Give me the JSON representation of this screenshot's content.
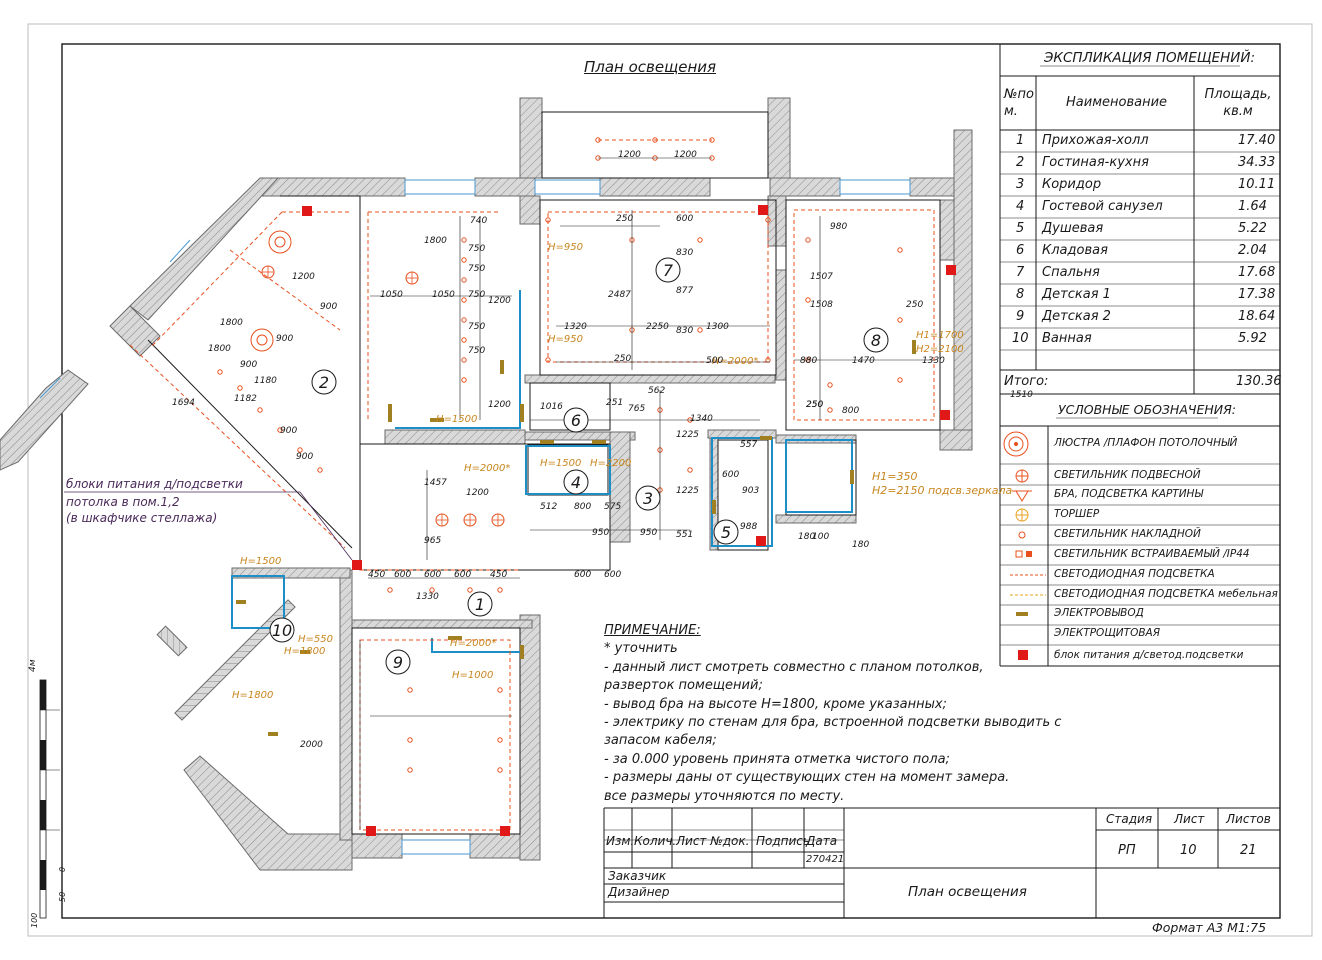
{
  "sheet": {
    "title": "План освещения",
    "format_label": "Формат А3 М1:75",
    "ruler_label": "4м",
    "ruler_ticks": [
      "100",
      "50",
      "0"
    ]
  },
  "explication": {
    "title": "ЭКСПЛИКАЦИЯ ПОМЕЩЕНИЙ:",
    "col_num": "№по м.",
    "col_name": "Наименование",
    "col_area": "Площадь, кв.м",
    "rows": [
      {
        "num": "1",
        "name": "Прихожая-холл",
        "area": "17.40"
      },
      {
        "num": "2",
        "name": "Гостиная-кухня",
        "area": "34.33"
      },
      {
        "num": "3",
        "name": "Коридор",
        "area": "10.11"
      },
      {
        "num": "4",
        "name": "Гостевой санузел",
        "area": "1.64"
      },
      {
        "num": "5",
        "name": "Душевая",
        "area": "5.22"
      },
      {
        "num": "6",
        "name": "Кладовая",
        "area": "2.04"
      },
      {
        "num": "7",
        "name": "Спальня",
        "area": "17.68"
      },
      {
        "num": "8",
        "name": "Детская 1",
        "area": "17.38"
      },
      {
        "num": "9",
        "name": "Детская 2",
        "area": "18.64"
      },
      {
        "num": "10",
        "name": "Ванная",
        "area": "5.92"
      }
    ],
    "total_label": "Итого:",
    "total_value": "130.36"
  },
  "legend": {
    "title": "УСЛОВНЫЕ ОБОЗНАЧЕНИЯ:",
    "items": [
      {
        "label": "ЛЮСТРА /ПЛАФОН ПОТОЛОЧНЫЙ",
        "icon": "chandelier-icon"
      },
      {
        "label": "СВЕТИЛЬНИК ПОДВЕСНОЙ",
        "icon": "pendant-icon"
      },
      {
        "label": "БРА, ПОДСВЕТКА КАРТИНЫ",
        "icon": "sconce-icon"
      },
      {
        "label": "ТОРШЕР",
        "icon": "floor-lamp-icon"
      },
      {
        "label": "СВЕТИЛЬНИК НАКЛАДНОЙ",
        "icon": "surface-light-icon"
      },
      {
        "label": "СВЕТИЛЬНИК ВСТРАИВАЕМЫЙ /IP44",
        "icon": "recessed-light-icon"
      },
      {
        "label": "СВЕТОДИОДНАЯ ПОДСВЕТКА",
        "icon": "led-strip-icon"
      },
      {
        "label": "СВЕТОДИОДНАЯ ПОДСВЕТКА мебельная",
        "icon": "furniture-led-icon"
      },
      {
        "label": "ЭЛЕКТРОВЫВОД",
        "icon": "outlet-icon"
      },
      {
        "label": "ЭЛЕКТРОЩИТОВАЯ",
        "icon": "panel-icon"
      },
      {
        "label": "блок питания д/светод.подсветки",
        "icon": "power-supply-icon"
      }
    ]
  },
  "notes": {
    "title": "ПРИМЕЧАНИЕ:",
    "lines": [
      "* уточнить",
      "- данный лист смотреть совместно с планом потолков,",
      "разверток помещений;",
      "- вывод бра на высоте Н=1800, кроме указанных;",
      "- электрику по стенам для бра, встроенной подсветки выводить с",
      "запасом кабеля;",
      "- за 0.000 уровень принята отметка чистого пола;",
      "- размеры даны от существующих стен на момент замера.",
      "все размеры уточняются по месту."
    ]
  },
  "annotation_power": [
    "блоки питания д/подсветки",
    "потолка в пом.1,2",
    "(в шкафчике стеллажа)"
  ],
  "mirror_note": [
    "Н1=350",
    "Н2=2150 подсв.зеркала"
  ],
  "room_numbers": [
    "1",
    "2",
    "3",
    "4",
    "5",
    "6",
    "7",
    "8",
    "9",
    "10"
  ],
  "plan_labels": {
    "h_labels": [
      "Н=950",
      "Н=950",
      "Н=2000*",
      "Н1=1700",
      "Н2=2100",
      "Н=1500",
      "Н=2000*",
      "Н=1500",
      "Н=2200",
      "Н=1500",
      "Н=550",
      "Н=1800",
      "Н=1800",
      "Н=1000",
      "Н=2000*"
    ],
    "dims": [
      "1200",
      "1200",
      "250",
      "600",
      "830",
      "877",
      "830",
      "500",
      "2487",
      "1320",
      "2250",
      "1300",
      "250",
      "880",
      "1470",
      "1508",
      "1507",
      "250",
      "980",
      "250",
      "1330",
      "1510",
      "800",
      "250",
      "1016",
      "251",
      "765",
      "562",
      "1225",
      "1225",
      "551",
      "1340",
      "600",
      "557",
      "903",
      "988",
      "180",
      "100",
      "180",
      "512",
      "800",
      "575",
      "950",
      "950",
      "1200",
      "1457",
      "965",
      "450",
      "600",
      "600",
      "600",
      "450",
      "1330",
      "600",
      "600",
      "1050",
      "1050",
      "1800",
      "750",
      "750",
      "750",
      "750",
      "750",
      "1200",
      "1200",
      "740",
      "1200",
      "900",
      "900",
      "900",
      "1800",
      "1800",
      "1694",
      "1180",
      "1182",
      "900",
      "900",
      "2000"
    ]
  },
  "stamp": {
    "headers": [
      "Изм.",
      "Колич.",
      "Лист №док.",
      "Подпись",
      "Дата"
    ],
    "date": "270421",
    "customer_label": "Заказчик",
    "designer_label": "Дизайнер",
    "sheet_name": "План освещения",
    "stage_label": "Стадия",
    "list_label": "Лист",
    "lists_label": "Листов",
    "stage": "РП",
    "list": "10",
    "lists": "21"
  },
  "colors": {
    "wall": "#9a9a9a",
    "line": "#1a1a1a",
    "lighting": "#e8501e",
    "led": "#e8701e",
    "height_label": "#c8861e",
    "blue": "#1c8fc8",
    "red": "#e01818",
    "outlet": "#a08020",
    "annotation": "#4a2a5a"
  }
}
